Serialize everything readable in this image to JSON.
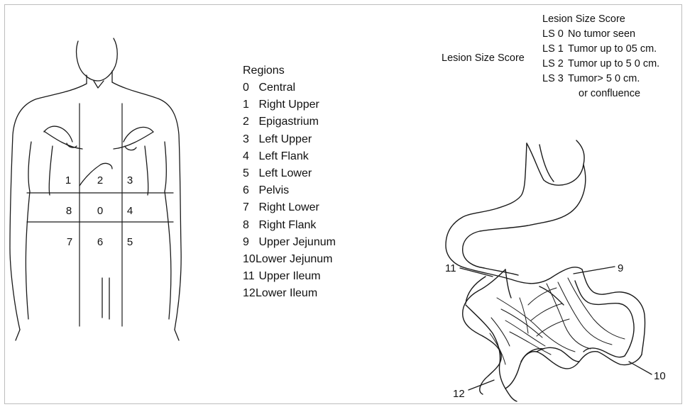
{
  "abdomen_regions": [
    {
      "id": "region-1",
      "label": "1"
    },
    {
      "id": "region-2",
      "label": "2"
    },
    {
      "id": "region-3",
      "label": "3"
    },
    {
      "id": "region-8",
      "label": "8"
    },
    {
      "id": "region-0",
      "label": "0"
    },
    {
      "id": "region-4",
      "label": "4"
    },
    {
      "id": "region-7",
      "label": "7"
    },
    {
      "id": "region-6",
      "label": "6"
    },
    {
      "id": "region-5",
      "label": "5"
    }
  ],
  "regions_legend": {
    "title": "Regions",
    "items": [
      {
        "num": "0",
        "name": "Central"
      },
      {
        "num": "1",
        "name": "Right Upper"
      },
      {
        "num": "2",
        "name": "Epigastrium"
      },
      {
        "num": "3",
        "name": "Left Upper"
      },
      {
        "num": "4",
        "name": "Left Flank"
      },
      {
        "num": "5",
        "name": "Left Lower"
      },
      {
        "num": "6",
        "name": "Pelvis"
      },
      {
        "num": "7",
        "name": "Right Lower"
      },
      {
        "num": "8",
        "name": "Right Flank"
      },
      {
        "num": "9",
        "name": "Upper Jejunum"
      },
      {
        "num": "10",
        "name": "Lower Jejunum"
      },
      {
        "num": "11",
        "name": "Upper Ileum"
      },
      {
        "num": "12",
        "name": "Lower Ileum"
      }
    ]
  },
  "lesion_score_side_label": "Lesion Size Score",
  "lesion_score": {
    "title": "Lesion Size Score",
    "items": [
      {
        "code": "LS 0",
        "desc": "No tumor seen"
      },
      {
        "code": "LS 1",
        "desc": "Tumor up to 05 cm."
      },
      {
        "code": "LS 2",
        "desc": "Tumor up to 5 0 cm."
      },
      {
        "code": "LS 3",
        "desc": "Tumor> 5 0 cm."
      }
    ],
    "continuation": "or confluence"
  },
  "bowel_callouts": {
    "c11": "11",
    "c9": "9",
    "c12": "12",
    "c10": "10"
  }
}
